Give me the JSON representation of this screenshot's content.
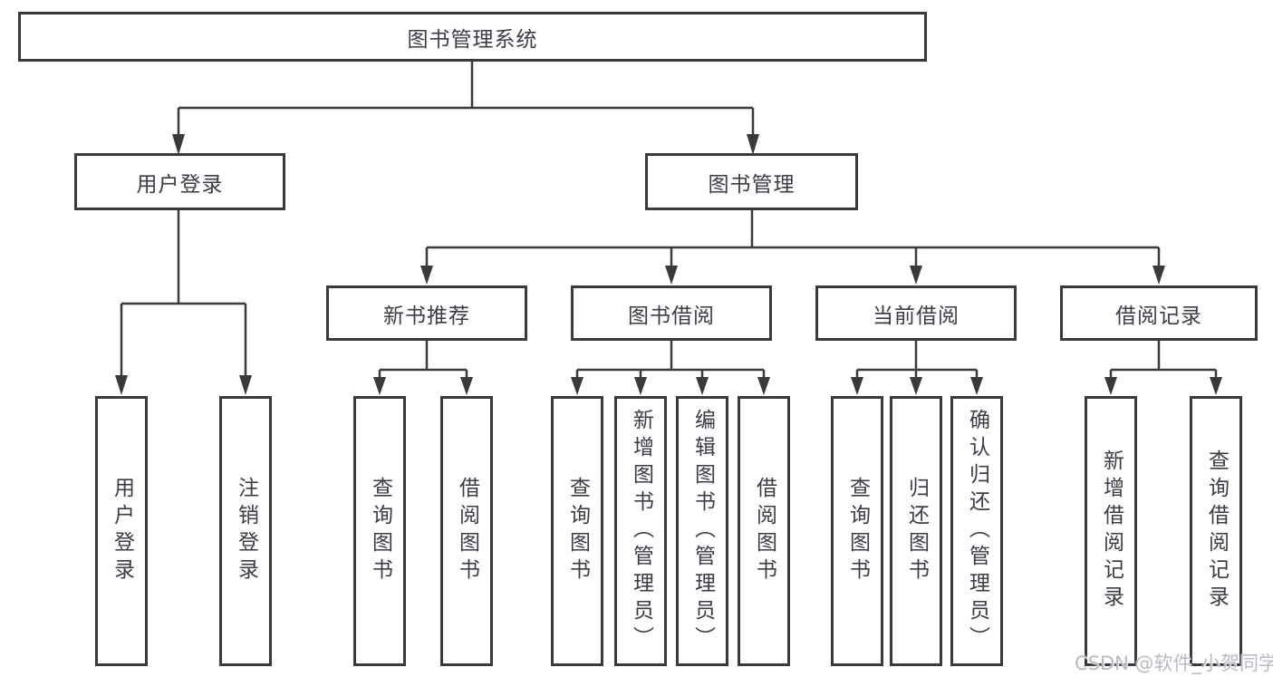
{
  "colors": {
    "line": "#3a3a3a",
    "box_border": "#3a3a3a",
    "text": "#3c3c46",
    "background": "#ffffff",
    "watermark": "#b7bbc3"
  },
  "tree": {
    "root": "图书管理系统",
    "branches": [
      {
        "label": "用户登录",
        "leaves": [
          "用户登录",
          "注销登录"
        ]
      },
      {
        "label": "图书管理",
        "groups": [
          {
            "label": "新书推荐",
            "leaves": [
              "查询图书",
              "借阅图书"
            ]
          },
          {
            "label": "图书借阅",
            "leaves": [
              "查询图书",
              "新增图书（管理员）",
              "编辑图书（管理员）",
              "借阅图书"
            ]
          },
          {
            "label": "当前借阅",
            "leaves": [
              "查询图书",
              "归还图书",
              "确认归还（管理员）"
            ]
          },
          {
            "label": "借阅记录",
            "leaves": [
              "新增借阅记录",
              "查询借阅记录"
            ]
          }
        ]
      }
    ]
  },
  "watermark": "CSDN @软件_小贺同学"
}
